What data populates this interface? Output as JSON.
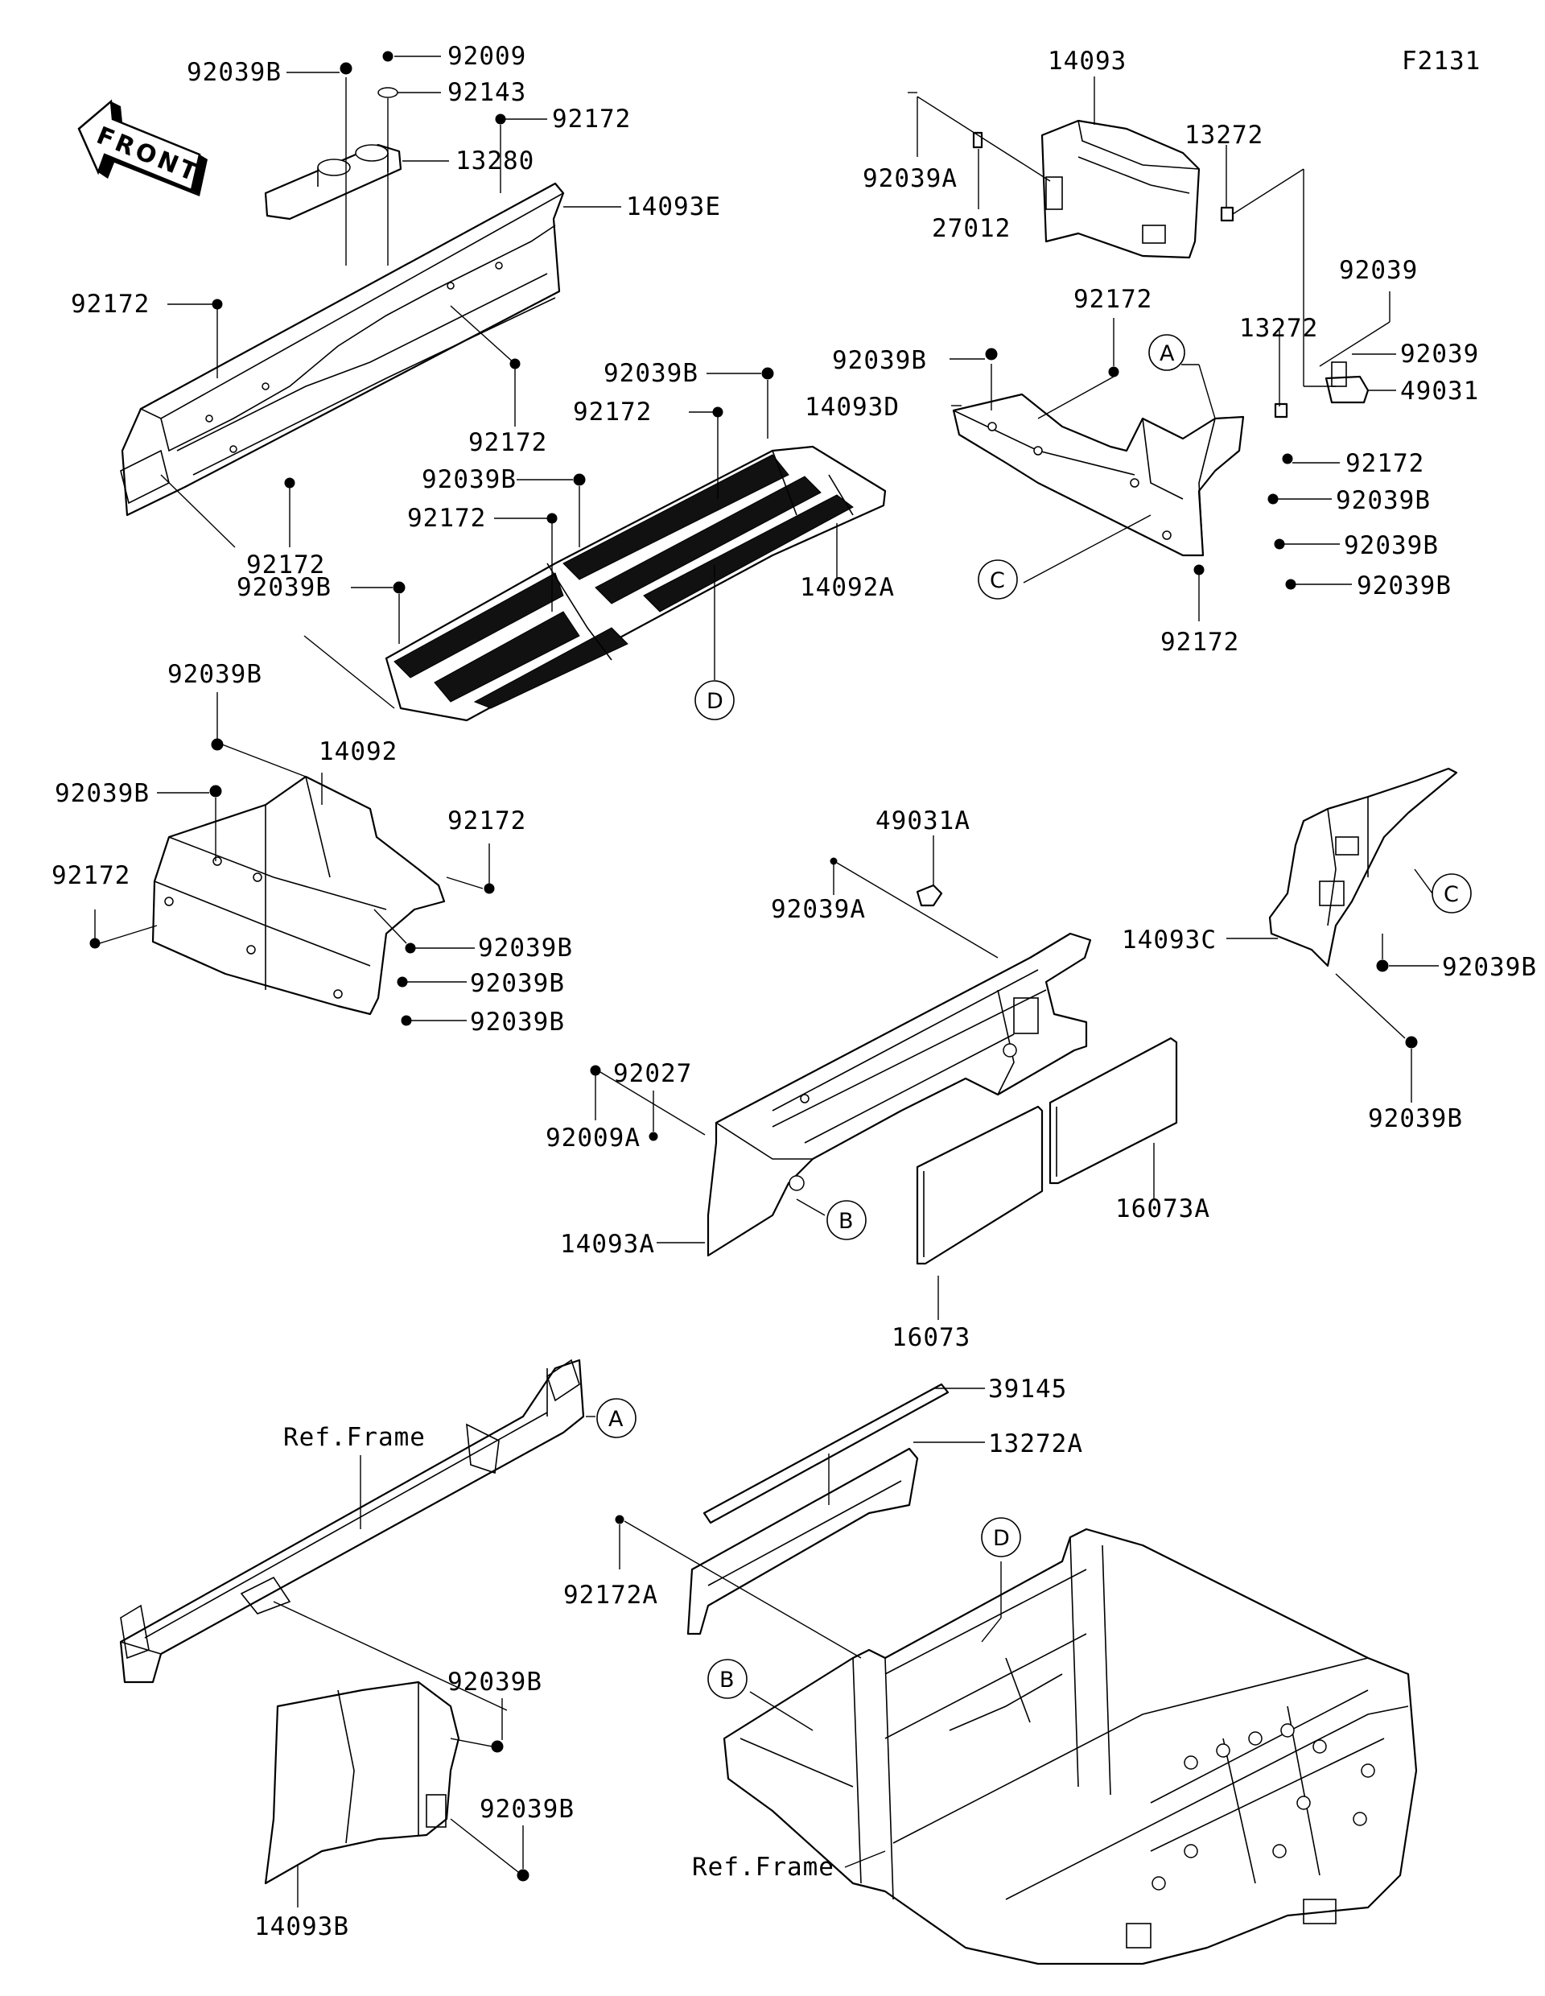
{
  "figure_code": "F2131",
  "front_arrow": {
    "text": "FRONT",
    "icon": "front-direction-arrow-icon"
  },
  "reference_circles": [
    "A",
    "C",
    "D",
    "B",
    "A",
    "D",
    "B",
    "C"
  ],
  "part_labels": {
    "p92039B_a": "92039B",
    "p92009": "92009",
    "p92143": "92143",
    "p92172_a": "92172",
    "p13280": "13280",
    "p14093E": "14093E",
    "p92172_b": "92172",
    "p92172_c": "92172",
    "p92172_d": "92172",
    "p14093": "14093",
    "p92039A_a": "92039A",
    "p27012": "27012",
    "p13272_a": "13272",
    "p92039_a": "92039",
    "p92172_e": "92172",
    "p13272_b": "13272",
    "p92039B_b": "92039B",
    "p92039_b": "92039",
    "p49031": "49031",
    "p14093D": "14093D",
    "p92172_f": "92172",
    "p92039B_c": "92039B",
    "p92039B_d": "92039B",
    "p92039B_e": "92039B",
    "p92172_g": "92172",
    "p92039B_f": "92039B",
    "p92172_h": "92172",
    "p92039B_g": "92039B",
    "p92172_i": "92172",
    "p92039B_h": "92039B",
    "p14092A": "14092A",
    "p92039B_i": "92039B",
    "p14092": "14092",
    "p92039B_j": "92039B",
    "p92172_j": "92172",
    "p92172_k": "92172",
    "p92039B_k": "92039B",
    "p92039B_l": "92039B",
    "p92039B_m": "92039B",
    "p49031A": "49031A",
    "p92039A_b": "92039A",
    "p92027": "92027",
    "p92009A": "92009A",
    "p14093A": "14093A",
    "p16073": "16073",
    "p16073A": "16073A",
    "p14093C": "14093C",
    "p92039B_n": "92039B",
    "p92039B_o": "92039B",
    "pRefFrame_a": "Ref.Frame",
    "p92039B_p": "92039B",
    "p92039B_q": "92039B",
    "p14093B": "14093B",
    "p39145": "39145",
    "p13272A": "13272A",
    "p92172A": "92172A",
    "pRefFrame_b": "Ref.Frame"
  }
}
